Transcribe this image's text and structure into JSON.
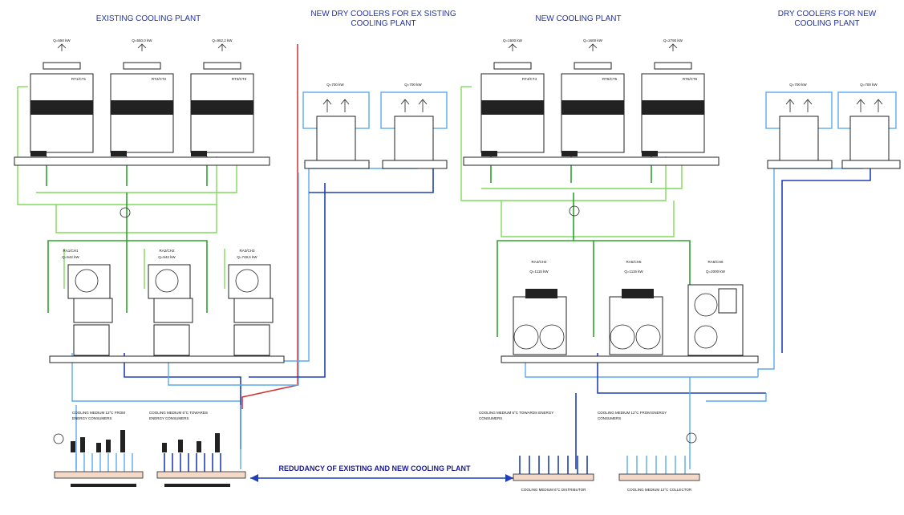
{
  "sections": {
    "existing_plant": "EXISTING COOLING PLANT",
    "new_dry_coolers_existing_line1": "NEW DRY COOLERS FOR EX SISTING",
    "new_dry_coolers_existing_line2": "COOLING PLANT",
    "new_plant": "NEW COOLING PLANT",
    "dry_coolers_new_line1": "DRY COOLERS FOR NEW",
    "dry_coolers_new_line2": "COOLING PLANT"
  },
  "cooling_towers": [
    {
      "id": "RT1/CT1",
      "capacity": "Q=550 kW"
    },
    {
      "id": "RT2/CT2",
      "capacity": "Q=550,0 kW"
    },
    {
      "id": "RT3/CT3",
      "capacity": "Q=952,2 kW"
    },
    {
      "id": "RT4/CT4",
      "capacity": "Q=1600 kW"
    },
    {
      "id": "RT5/CT5",
      "capacity": "Q=1600 kW"
    },
    {
      "id": "RT6/CT6",
      "capacity": "Q=2790 kW"
    }
  ],
  "dry_coolers": [
    {
      "capacity": "Q=700 kW"
    },
    {
      "capacity": "Q=700 kW"
    },
    {
      "capacity": "Q=700 kW"
    },
    {
      "capacity": "Q=700 kW"
    }
  ],
  "chillers": [
    {
      "id": "RA1/CH1",
      "capacity": "Q=542 kW"
    },
    {
      "id": "RA2/CH2",
      "capacity": "Q=542 kW"
    },
    {
      "id": "RA3/CH3",
      "capacity": "Q=749,5 kW"
    },
    {
      "id": "RA4/CH4",
      "capacity": "Q=1115 kW"
    },
    {
      "id": "RA5/CH5",
      "capacity": "Q=1115 kW"
    },
    {
      "id": "RA6/CH6",
      "capacity": "Q=2000 kW"
    }
  ],
  "manifolds": {
    "left_return_line1": "COOLING MEDIUM 12°C FROM",
    "left_return_line2": "ENERGY CONSUMERS",
    "left_supply_line1": "COOLING MEDIUM 6°C TOWARDS",
    "left_supply_line2": "ENERGY CONSUMERS",
    "right_supply_line1": "COOLING MEDIUM 6°C TOWARDS ENERGY",
    "right_supply_line2": "CONSUMERS",
    "right_return_line1": "COOLING MEDIUM 12°C FROM ENERGY",
    "right_return_line2": "CONSUMERS",
    "distributor": "COOLING MEDIUM 6°C DISTRIBUTOR",
    "collector": "COOLING MEDIUM 12°C COLLECTOR"
  },
  "redundancy": "REDUDANCY OF EXISTING AND NEW COOLING PLANT",
  "colors": {
    "condenser_light": "#7fdc5a",
    "condenser_dark": "#2aa52a",
    "chilled_light": "#5aaaf0",
    "chilled_dark": "#2040b8",
    "separator": "#d23030",
    "title": "#2233aa"
  }
}
